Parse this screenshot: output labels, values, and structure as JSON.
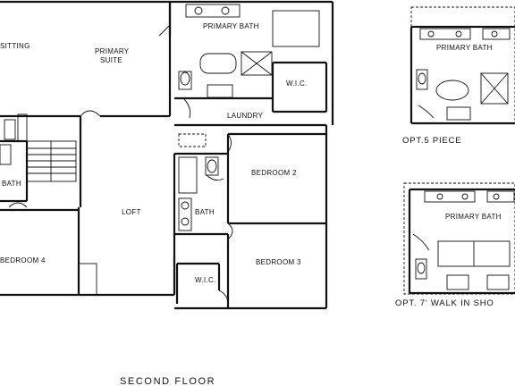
{
  "floor_title": "SECOND FLOOR",
  "rooms": {
    "sitting": "SITTING",
    "primary_suite_line1": "PRIMARY",
    "primary_suite_line2": "SUITE",
    "primary_bath": "PRIMARY BATH",
    "wic_primary": "W.I.C.",
    "laundry": "LAUNDRY",
    "bath_left": "BATH",
    "bedroom_2": "BEDROOM 2",
    "bath_hall": "BATH",
    "loft": "LOFT",
    "bedroom_4": "BEDROOM 4",
    "bedroom_3": "BEDROOM 3",
    "wic_bed3": "W.I.C."
  },
  "options": {
    "opt5": {
      "room_label": "PRIMARY BATH",
      "caption": "OPT.5 PIECE"
    },
    "opt7": {
      "room_label": "PRIMARY BATH",
      "caption": "OPT. 7' WALK IN SHO"
    }
  }
}
